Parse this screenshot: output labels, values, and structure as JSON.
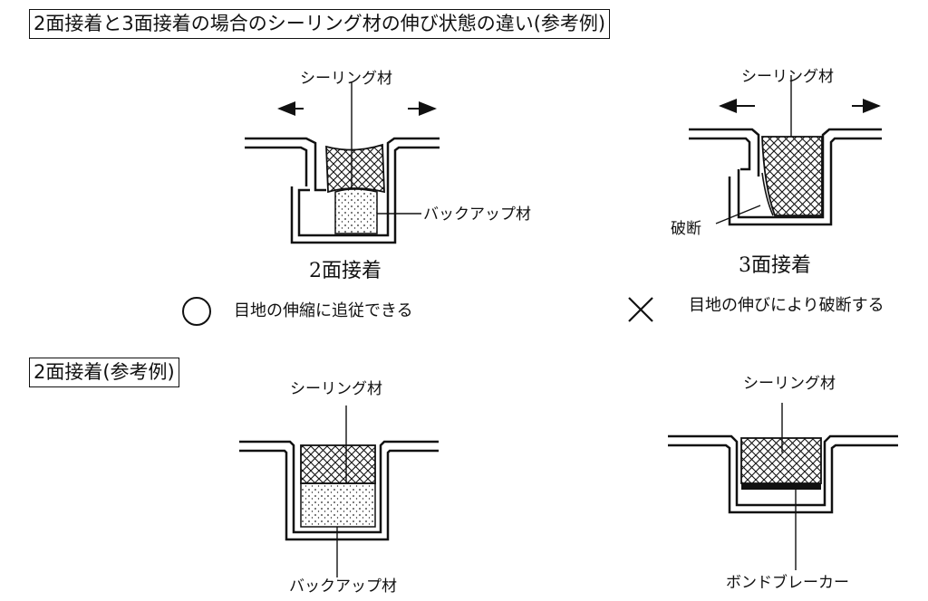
{
  "top": {
    "title": "2面接着と3面接着の場合のシーリング材の伸び状態の違い(参考例)",
    "left": {
      "sealant_label": "シーリング材",
      "backup_label": "バックアップ材",
      "caption": "2面接着",
      "verdict_text": "目地の伸縮に追従できる"
    },
    "right": {
      "sealant_label": "シーリング材",
      "break_label": "破断",
      "caption": "3面接着",
      "verdict_text": "目地の伸びにより破断する"
    }
  },
  "bottom": {
    "title": "2面接着(参考例)",
    "left": {
      "sealant_label": "シーリング材",
      "backup_label": "バックアップ材"
    },
    "right": {
      "sealant_label": "シーリング材",
      "bond_breaker_label": "ボンドブレーカー"
    }
  }
}
